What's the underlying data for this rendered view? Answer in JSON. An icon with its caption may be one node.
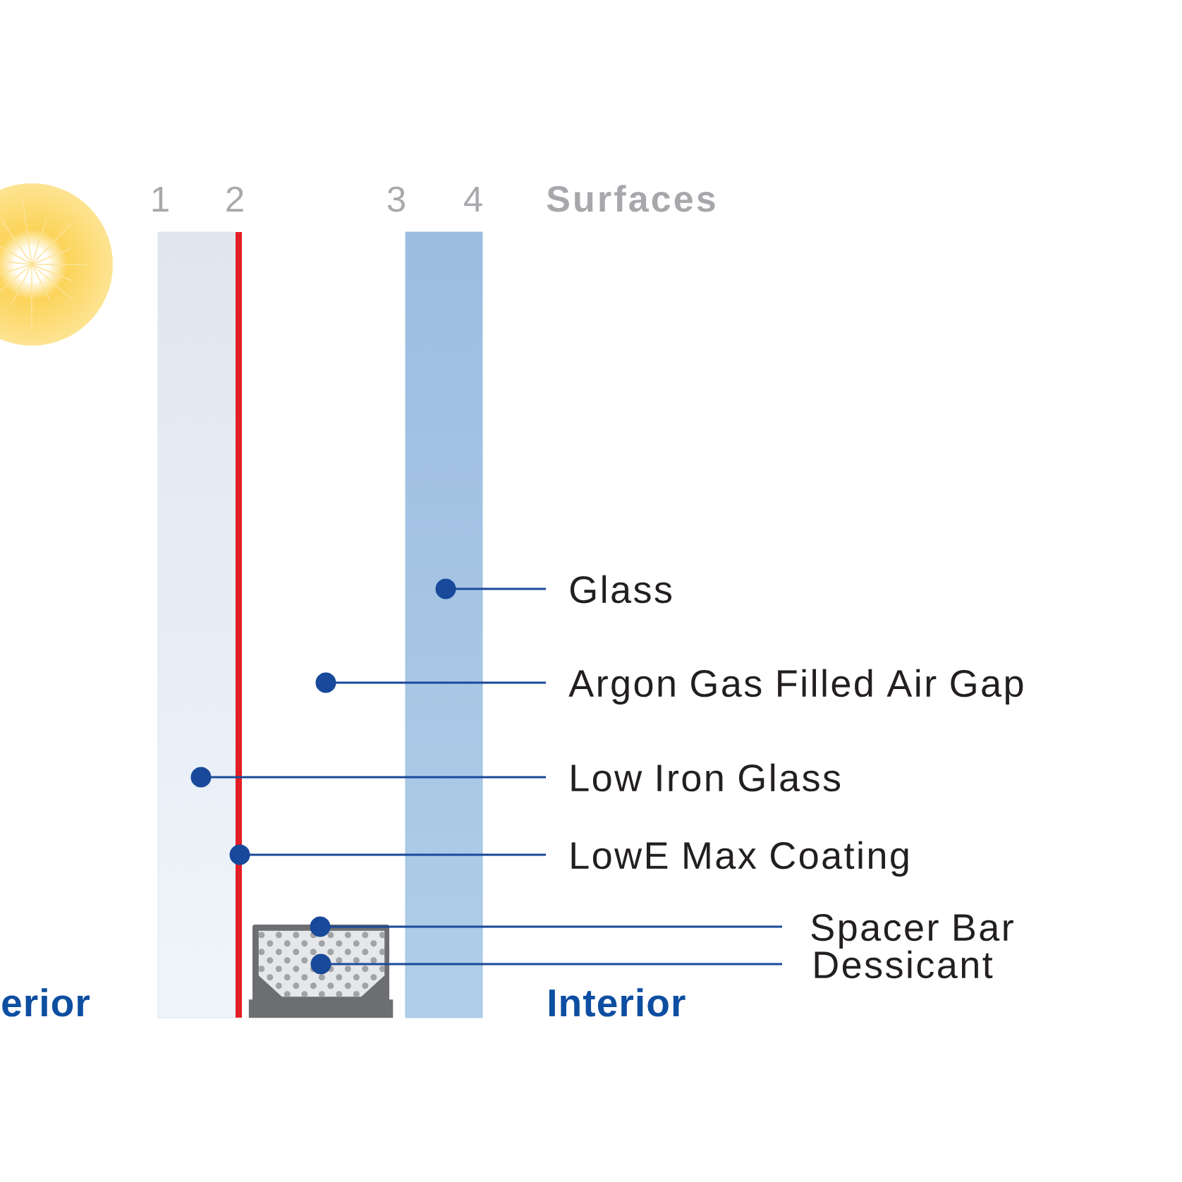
{
  "diagram": {
    "nodes": [
      {
        "text": [],
        "shape": "bar"
      },
      {
        "text": [],
        "shape": "bar"
      },
      {
        "text": [],
        "shape": "box"
      },
      {
        "text": [],
        "shape": "box",
        "in": 2
      },
      {
        "text": [],
        "shape": "bar"
      },
      {
        "text": [
          "Glass"
        ]
      },
      {
        "text": [
          "Argon Gas Filled Air Gap"
        ]
      },
      {
        "text": [
          "Low Iron Glass"
        ]
      },
      {
        "text": [
          "LowE Max Coating"
        ]
      },
      {
        "text": [
          "Spacer Bar"
        ]
      },
      {
        "text": [
          "Dessicant"
        ]
      }
    ],
    "edges": [
      {
        "from": 5,
        "to": 4,
        "arrow": "other"
      },
      {
        "from": 6,
        "to": null,
        "arrow": "other"
      },
      {
        "from": 7,
        "to": 0,
        "arrow": "other"
      },
      {
        "from": 8,
        "to": 1,
        "arrow": "other"
      },
      {
        "from": 9,
        "to": 2,
        "arrow": "other"
      },
      {
        "from": 10,
        "to": 3,
        "arrow": "other"
      }
    ],
    "labels": [
      "1",
      "2",
      "3",
      "4",
      "Surfaces",
      "erior",
      "Interior"
    ]
  }
}
